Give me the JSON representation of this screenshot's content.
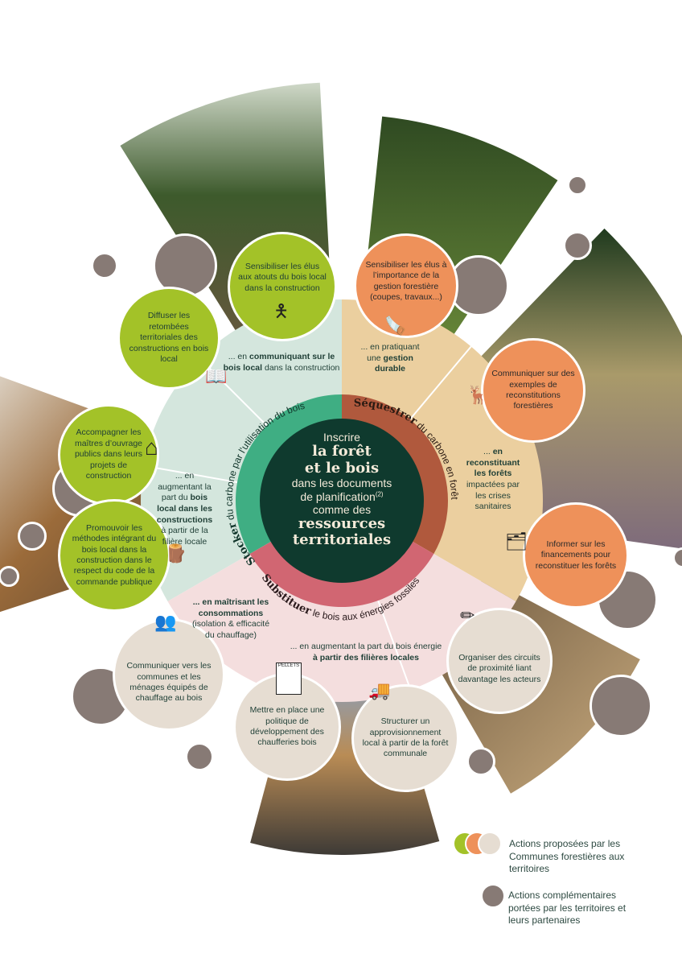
{
  "center": {
    "line1": "Inscrire",
    "line2": "la forêt",
    "line3": "et le bois",
    "line4": "dans les documents",
    "line5": "de planification",
    "sup": "(2)",
    "line6": "comme des",
    "line7": "ressources",
    "line8": "territoriales"
  },
  "ring": {
    "stocker_bold": "Stocker",
    "stocker_rest": " du carbone par l'utilisation du bois",
    "sequestrer_bold": "Séquestrer",
    "sequestrer_rest": " du carbone en forêt",
    "substituer_bold": "Substituer",
    "substituer_rest": " le bois aux énergies fossiles"
  },
  "colors": {
    "stocker": "#3fae83",
    "sequestrer": "#b0593d",
    "substituer": "#d16672",
    "center": "#0f3a2e",
    "green_action": "#a3c228",
    "orange_action": "#ee915a",
    "beige_action": "#e6ddd2",
    "gray_action": "#877a75"
  },
  "actions": {
    "green1": "Sensibiliser les élus aux atouts du bois local dans la construction",
    "green2": "Diffuser les retombées territoriales des constructions en bois local",
    "green3": "Accompagner les maîtres d’ouvrage publics dans leurs projets de construction",
    "green4": "Promouvoir les méthodes intégrant du bois local dans la construction dans le respect du code de la commande publique",
    "orange1": "Sensibiliser les élus à l’importance de la gestion forestière (coupes, travaux...)",
    "orange2": "Communiquer sur des exemples de reconstitutions forestières",
    "orange3": "Informer sur les financements pour reconstituer les forêts",
    "beige1": "Communiquer vers les communes et les ménages équipés de chauffage au bois",
    "beige2": "Mettre en place une politique de développement des chaufferies bois",
    "beige3": "Structurer un approvisionnement local à partir de la forêt communale",
    "beige4": "Organiser des circuits de proximité liant davantage les acteurs"
  },
  "bridges": {
    "communiquant": {
      "pre": "... en ",
      "bold": "communiquant sur le bois local",
      "post": " dans la construction"
    },
    "pratiquant": {
      "pre": "... en pratiquant une ",
      "bold": "gestion durable",
      "post": ""
    },
    "reconstituant": {
      "pre": "... ",
      "bold": "en reconstituant les forêts",
      "post": " impactées par les crises sanitaires"
    },
    "augmentant_local": {
      "pre": "... en augmentant la part du ",
      "bold": "bois local dans les constructions",
      "post": " à partir de la filière locale"
    },
    "maitrisant": {
      "pre": "",
      "bold": "... en maîtrisant les consommations",
      "post": " (isolation & efficacité du chauffage)"
    },
    "augmentant_energie": {
      "pre": "... en augmentant la part du bois énergie ",
      "bold": "à partir des filières locales",
      "post": ""
    }
  },
  "icons": [
    "person-sash-icon",
    "book-icon",
    "greenhouse-frame-icon",
    "log-icon",
    "chainsaw-icon",
    "deer-icon",
    "folder-icon",
    "speech-people-icon",
    "pellets-bag-icon",
    "log-truck-icon",
    "pencil-icon"
  ],
  "pellets_label": "PELLETS",
  "legend": {
    "proposed": "Actions proposées par les Communes forestières aux territoires",
    "complementary": "Actions complémentaires portées par les territoires et leurs partenaires"
  }
}
